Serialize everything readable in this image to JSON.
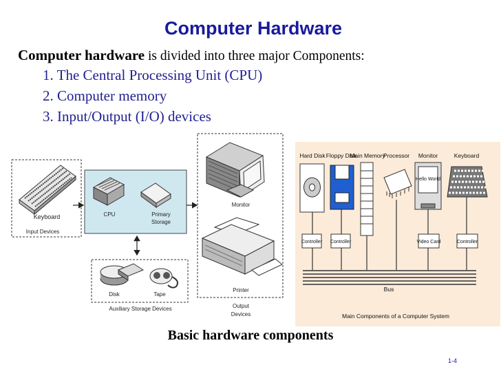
{
  "slide": {
    "title": "Computer Hardware",
    "intro_bold": "Computer hardware",
    "intro_rest": " is divided into three major Components:",
    "items": [
      "1.  The Central Processing Unit (CPU)",
      "2.  Computer memory",
      "3. Input/Output (I/O) devices"
    ],
    "caption": "Basic hardware components",
    "page_number": "1-4"
  },
  "left_diagram": {
    "keyboard": "Keyboard",
    "input_devices": "Input Devices",
    "cpu": "CPU",
    "primary_storage_1": "Primary",
    "primary_storage_2": "Storage",
    "monitor": "Monitor",
    "printer": "Printer",
    "output_devices_1": "Output",
    "output_devices_2": "Devices",
    "disk": "Disk",
    "tape": "Tape",
    "aux_storage": "Auxiliary Storage Devices"
  },
  "right_diagram": {
    "hard_disk": "Hard Disk",
    "floppy_disk": "Floppy Disk",
    "main_memory": "Main Memory",
    "processor": "Processor",
    "monitor": "Monitor",
    "keyboard": "Keyboard",
    "hello_world": "Hello World",
    "controller": "Controller",
    "video_card": "Video Card",
    "bus": "Bus",
    "caption": "Main Components of a Computer System"
  },
  "colors": {
    "title": "#1a1a9c",
    "list": "#1f1f8f",
    "system_unit": "#cfe8f0",
    "right_panel_bg": "#fcebd9",
    "floppy": "#1f5fd0"
  }
}
